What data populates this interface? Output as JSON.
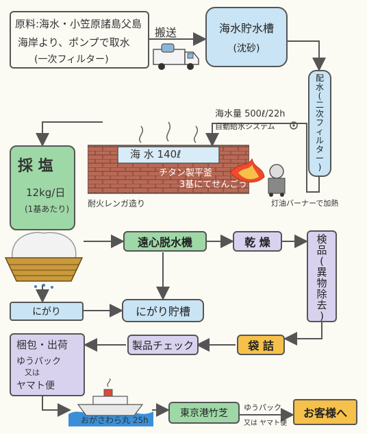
{
  "source": {
    "line1": "原料:海水・小笠原諸島父島",
    "line2": "海岸より、ポンプで取水",
    "line3": "(一次フィルター)"
  },
  "transport": {
    "label": "搬送"
  },
  "tank": {
    "line1": "海水貯水槽",
    "line2": "(沈砂)"
  },
  "distribution": {
    "chars": [
      "配",
      "水",
      "(",
      "二",
      "次",
      "フ",
      "ィ",
      "ル",
      "タ",
      "ー",
      ")"
    ]
  },
  "flow": {
    "amount": "海水量 500ℓ/22h",
    "system": "自動給水システム"
  },
  "pan": {
    "water": "海 水 140ℓ",
    "pan_line1": "チタン製平釜",
    "pan_line2": "3基にてせんごう",
    "brick": "耐火レンガ造り",
    "burner": "灯油バーナーで加熱"
  },
  "salt_collect": {
    "title": "採 塩",
    "amount": "12kg/日",
    "sub": "(1基あたり)"
  },
  "nigari": {
    "label": "にがり"
  },
  "centrifuge": {
    "label": "遠心脱水機"
  },
  "drying": {
    "label": "乾 燥"
  },
  "nigari_tank": {
    "label": "にがり貯槽"
  },
  "inspection": {
    "chars": [
      "検",
      "品",
      "(",
      "異",
      "物",
      "除",
      "去",
      ")"
    ]
  },
  "bagging": {
    "label": "袋 詰"
  },
  "product_check": {
    "label": "製品チェック"
  },
  "packing": {
    "line1": "梱包・出荷",
    "line2": "ゆうパック",
    "line3": "又は",
    "line4": "ヤマト便"
  },
  "ship": {
    "label": "おがさわら丸 25h"
  },
  "port": {
    "label": "東京港竹芝"
  },
  "delivery": {
    "line1": "ゆうパック",
    "line2": "又は ヤマト便"
  },
  "customer": {
    "label": "お客様へ"
  },
  "colors": {
    "line": "#555555",
    "green": "#9ed8a6",
    "blue": "#c9e4f4",
    "orange": "#f6c14a",
    "purple": "#d9d2ef",
    "brick": "#b86a56"
  }
}
